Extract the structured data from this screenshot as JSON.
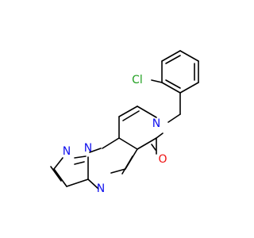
{
  "colors": {
    "background": "#ffffff",
    "bond": "#000000",
    "N": "#1010ee",
    "O": "#ee1010",
    "Cl": "#21a021"
  },
  "atoms": {
    "cl": {
      "text": "Cl",
      "element": "Cl"
    },
    "n_benzyl": {
      "text": "N",
      "element": "N"
    },
    "o": {
      "text": "O",
      "element": "O"
    },
    "n_pyrimidine": {
      "text": "N",
      "element": "N"
    },
    "n_pyrazole_1": {
      "text": "N",
      "element": "N"
    },
    "n_pyrazole_2": {
      "text": "N",
      "element": "N"
    }
  }
}
